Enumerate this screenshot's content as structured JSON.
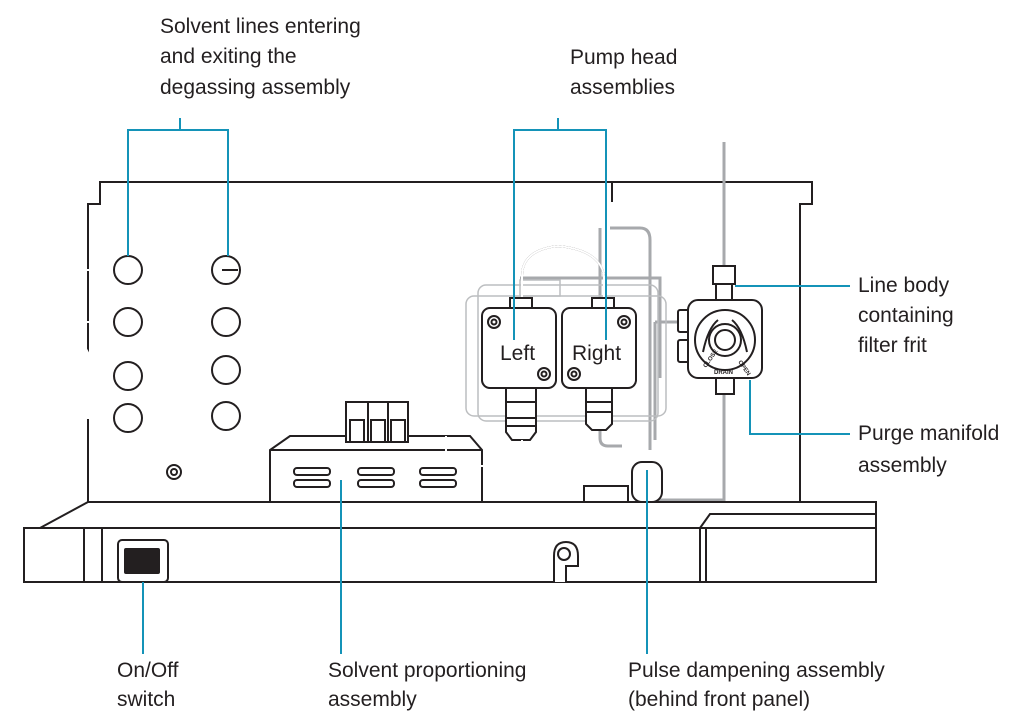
{
  "labels": {
    "solvent_lines": [
      "Solvent lines entering",
      "and exiting the",
      "degassing assembly"
    ],
    "pump_head": [
      "Pump head",
      "assemblies"
    ],
    "line_body": [
      "Line body",
      "containing",
      "filter frit"
    ],
    "purge_manifold": [
      "Purge manifold",
      "assembly"
    ],
    "on_off": [
      "On/Off",
      "switch"
    ],
    "solvent_proportioning": [
      "Solvent proportioning",
      "assembly"
    ],
    "pulse_dampening": [
      "Pulse dampening assembly",
      "(behind front panel)"
    ]
  },
  "pump_heads": {
    "left": "Left",
    "right": "Right"
  },
  "knob_labels": {
    "close": "CLOSE",
    "drain": "DRAIN",
    "open": "OPEN"
  },
  "colors": {
    "leader": "#1493b8",
    "ink": "#231f20",
    "tubing_grey": "#a7a9ac"
  }
}
